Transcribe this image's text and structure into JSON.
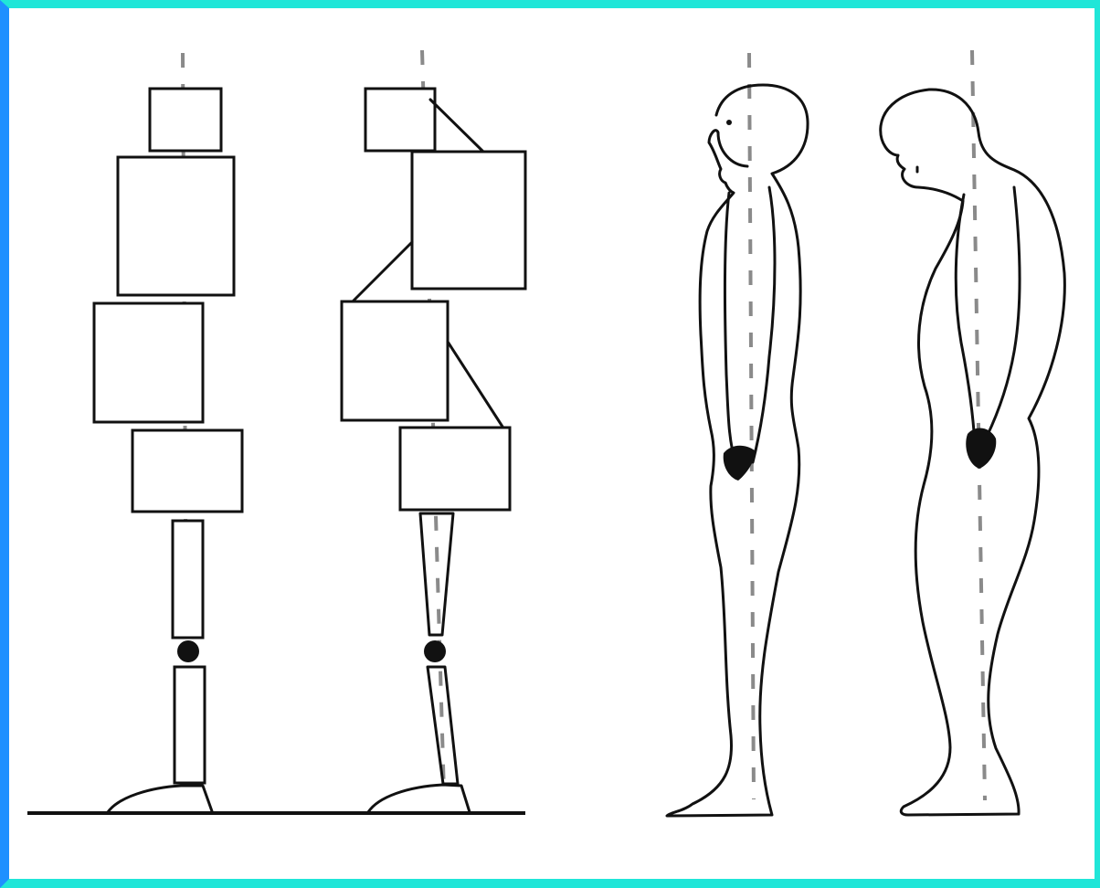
{
  "figure": {
    "panels": [
      {
        "id": "aligned-block-model"
      },
      {
        "id": "misaligned-block-model"
      },
      {
        "id": "upright-posture"
      },
      {
        "id": "slumped-posture"
      }
    ],
    "colors": {
      "frame_left": "#1e90ff",
      "frame": "#20e6d8",
      "line": "#111111",
      "axis": "#8a8a8a"
    }
  }
}
